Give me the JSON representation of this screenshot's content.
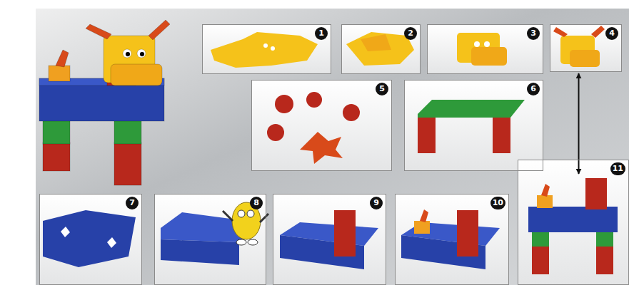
{
  "diagram": {
    "nodes": [
      {
        "text": [
          "1"
        ]
      },
      {
        "text": [
          "2"
        ]
      },
      {
        "text": [
          "3"
        ]
      },
      {
        "text": [
          "4"
        ]
      },
      {
        "text": [
          "5"
        ]
      },
      {
        "text": [
          "6"
        ]
      },
      {
        "text": [
          "7"
        ]
      },
      {
        "text": [
          "8"
        ]
      },
      {
        "text": [
          "9"
        ]
      },
      {
        "text": [
          "10"
        ]
      },
      {
        "text": [
          "11"
        ]
      }
    ],
    "edges": [
      {
        "from": 3,
        "to": 10,
        "arrow": "both"
      }
    ]
  }
}
